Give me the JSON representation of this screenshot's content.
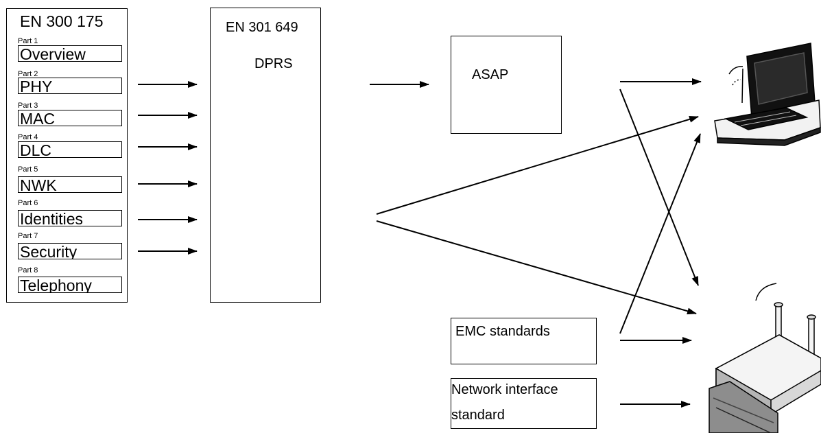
{
  "en300175": {
    "title": "EN 300 175",
    "parts": [
      {
        "part": "Part 1",
        "name": "Overview"
      },
      {
        "part": "Part 2",
        "name": "PHY"
      },
      {
        "part": "Part 3",
        "name": "MAC"
      },
      {
        "part": "Part 4",
        "name": "DLC"
      },
      {
        "part": "Part 5",
        "name": "NWK"
      },
      {
        "part": "Part 6",
        "name": "Identities"
      },
      {
        "part": "Part 7",
        "name": "Security"
      },
      {
        "part": "Part 8",
        "name": "Telephony"
      }
    ]
  },
  "en301649": {
    "title": "EN 301 649",
    "subtitle": "DPRS"
  },
  "asap": {
    "label": "ASAP"
  },
  "emc": {
    "label": "EMC standards"
  },
  "network": {
    "line1": "Network interface",
    "line2": "standard"
  },
  "devices": [
    "laptop-icon",
    "wireless-router-icon"
  ]
}
